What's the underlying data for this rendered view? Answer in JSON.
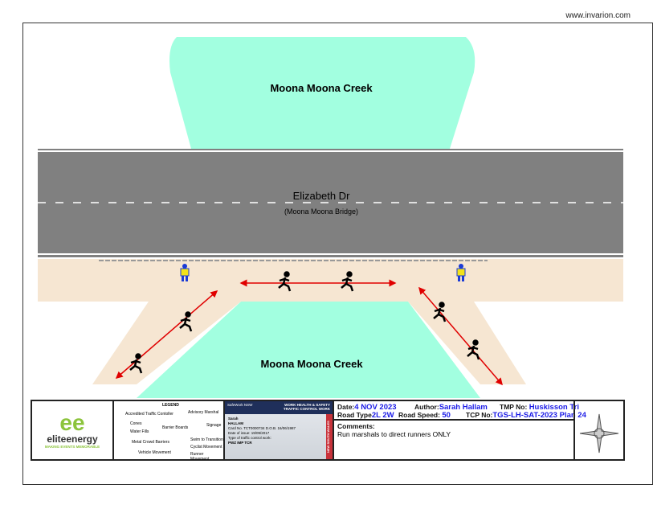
{
  "watermark": "www.invarion.com",
  "map": {
    "creek_top": "Moona Moona Creek",
    "creek_bottom": "Moona Moona Creek",
    "road_name": "Elizabeth Dr",
    "road_sub": "(Moona Moona Bridge)"
  },
  "colors": {
    "water": "#a2ffe0",
    "road": "#808080",
    "footpath": "#f6e6d2",
    "runner_arrow": "#e00000"
  },
  "legend": {
    "title": "LEGEND",
    "items": [
      "Accredited Traffic Contoller",
      "Advisory Marshal",
      "Cones",
      "Water Fills",
      "Barrier Boards",
      "Signage",
      "Metal Crowd Barriers",
      "Swim to Transition",
      "Cyclist Movement",
      "Vehicle Movement",
      "Runner Movement"
    ]
  },
  "logo": {
    "name": "eliteenergy",
    "tagline": "MAKING EVENTS MEMORABLE"
  },
  "card": {
    "issuer": "SafeWork NSW",
    "title1": "WORK HEALTH & SAFETY",
    "title2": "TRAFFIC CONTROL WORK",
    "first": "Sarah",
    "last": "HALLAM",
    "card_no_label": "Card No.",
    "card_no": "TCT0000734",
    "dob_label": "D.O.B.",
    "dob": "16/06/1987",
    "issue_label": "Date of issue:",
    "issue": "19/09/2017",
    "type_label": "Type of traffic control work:",
    "type": "PWZ  IMP  TCR",
    "state": "NEW SOUTH WALES"
  },
  "info": {
    "date_label": "Date:",
    "date": "4 NOV 2023",
    "author_label": "Author:",
    "author": "Sarah Hallam",
    "tmp_label": "TMP No:",
    "tmp": "Huskisson Tri",
    "road_type_label": "Road Type",
    "road_type": "2L 2W",
    "speed_label": "Road Speed:",
    "speed": "50",
    "tcp_label": "TCP No:",
    "tcp": "TGS-LH-SAT-2023 Plan 24",
    "comments_label": "Comments:",
    "comments": "Run marshals to direct runners ONLY"
  }
}
